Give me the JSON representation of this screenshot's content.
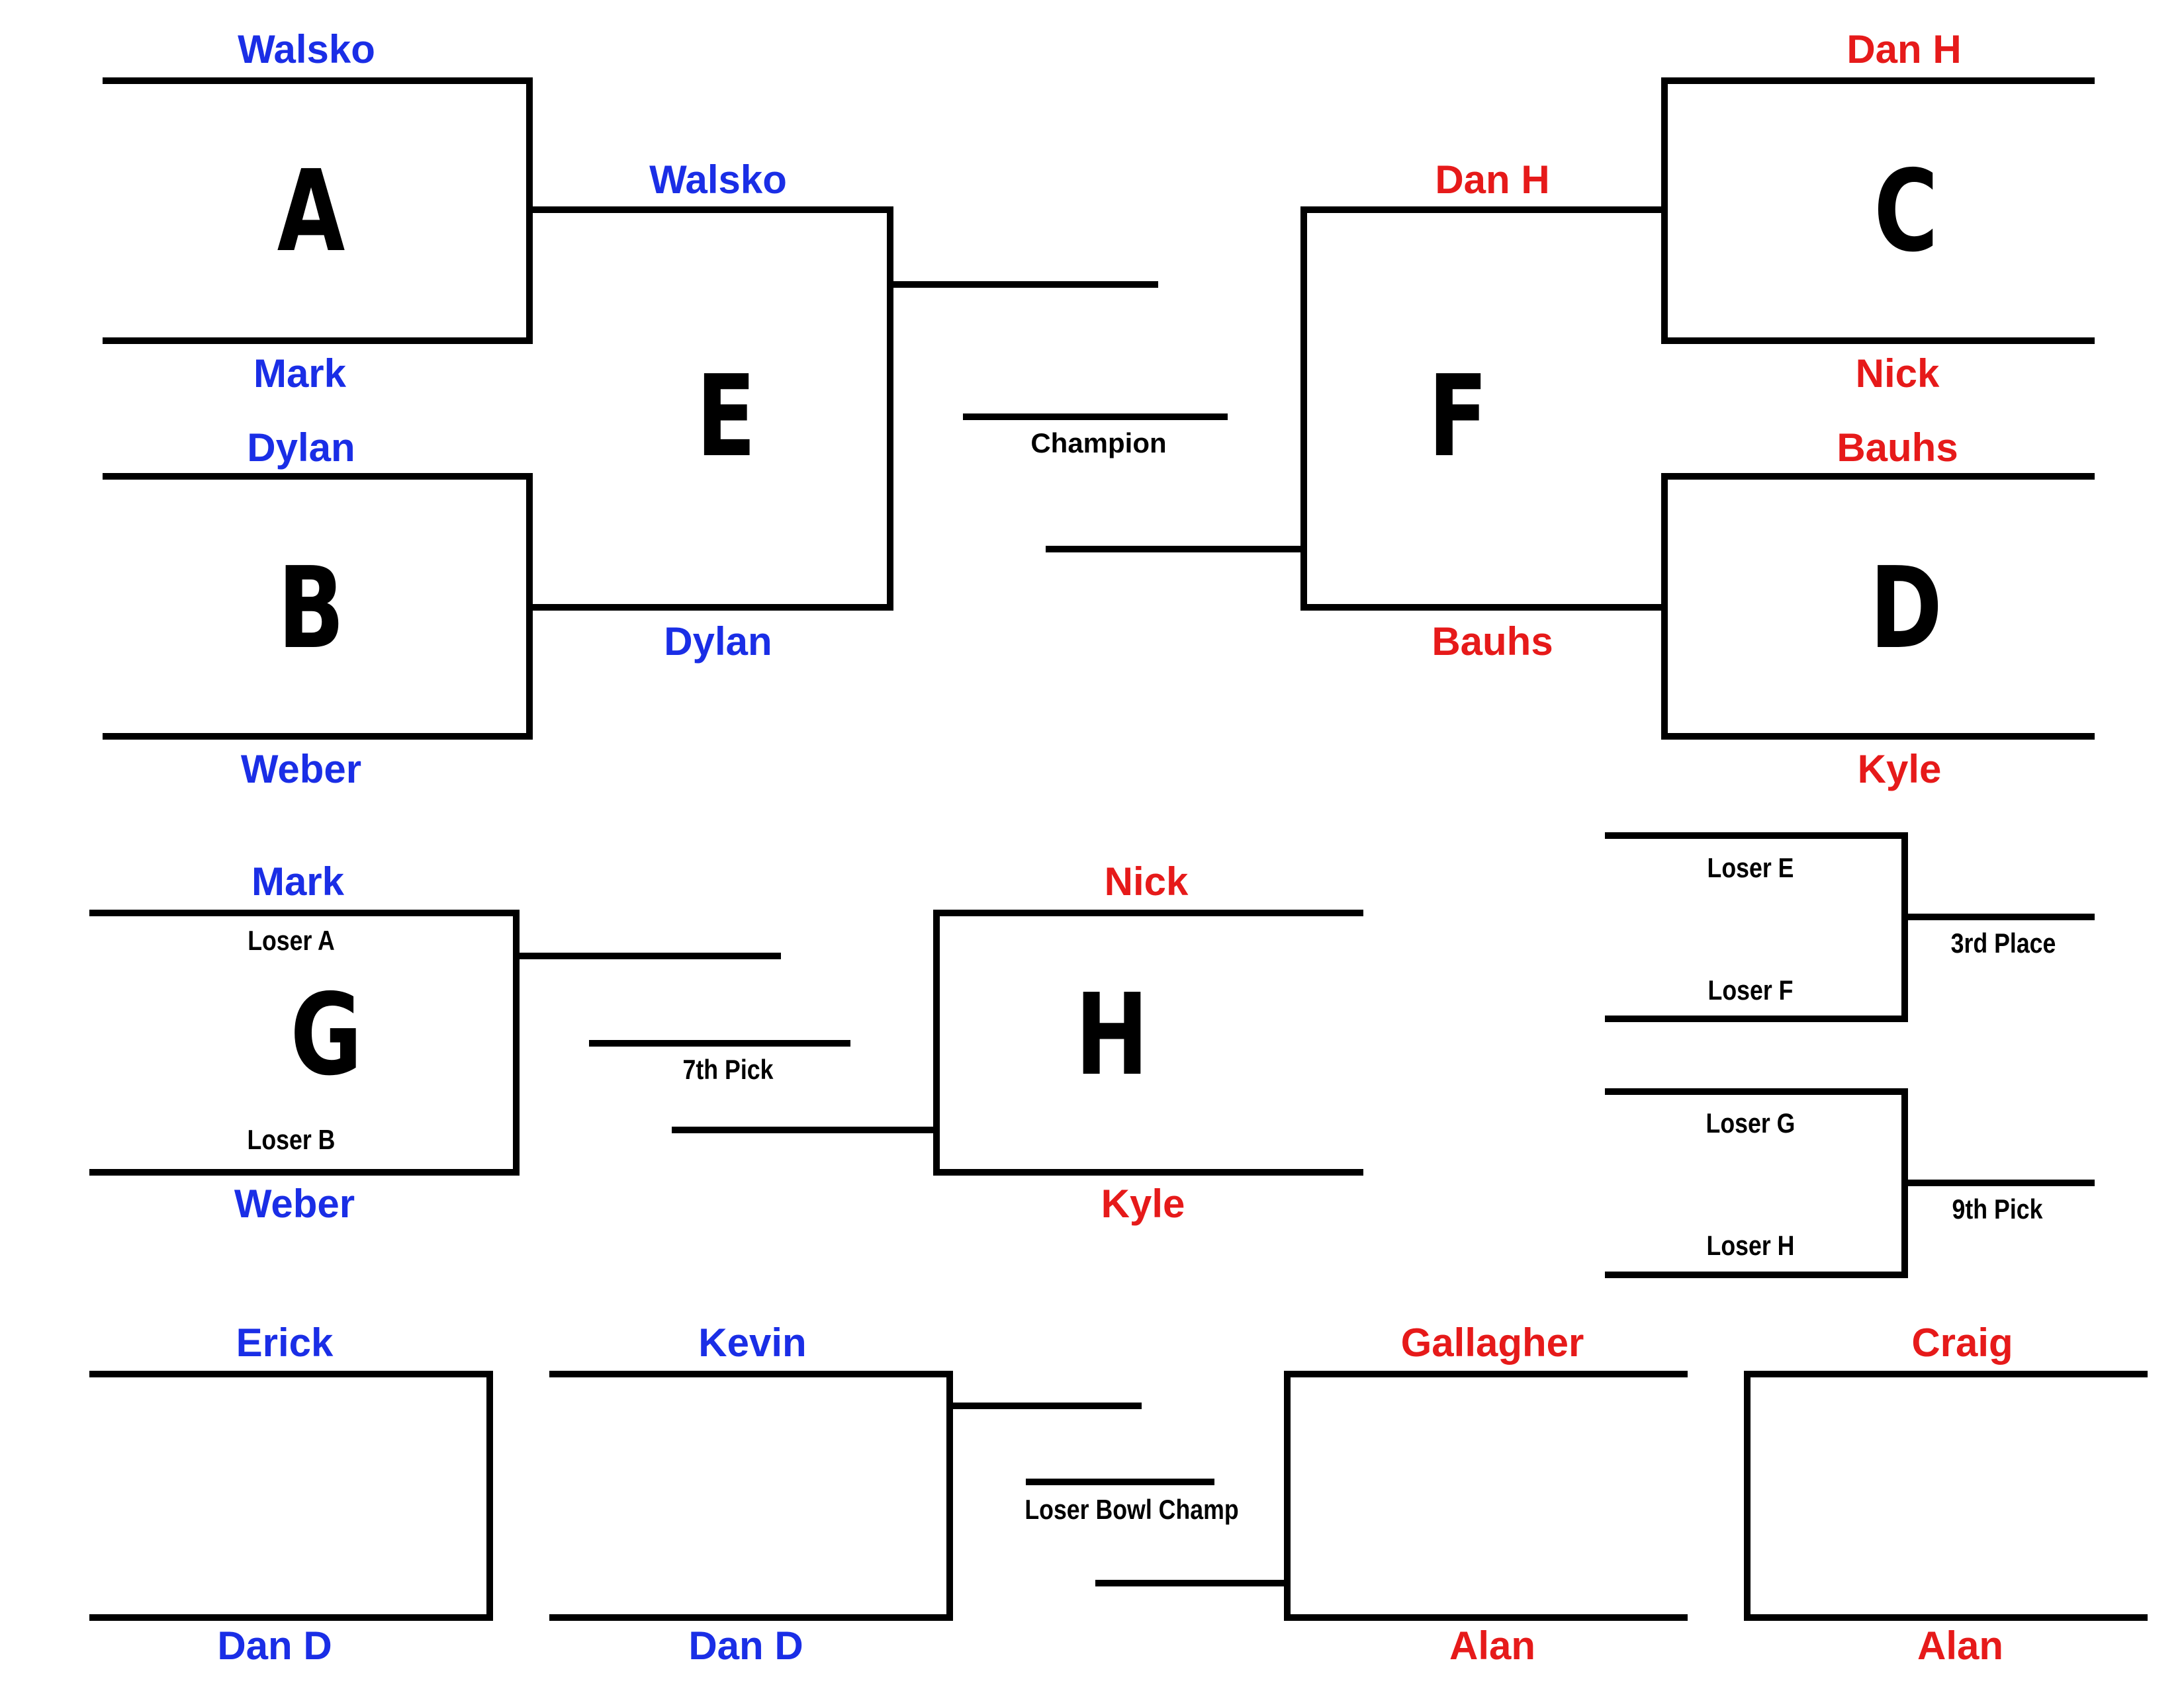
{
  "colors": {
    "blue": "#1a2ee6",
    "red": "#e61a1a",
    "line": "#000000"
  },
  "top_left": {
    "A": {
      "letter": "A",
      "top": "Walsko",
      "bottom": "Mark"
    },
    "B": {
      "letter": "B",
      "top": "Dylan",
      "bottom": "Weber"
    },
    "E": {
      "letter": "E",
      "top": "Walsko",
      "bottom": "Dylan"
    }
  },
  "top_right": {
    "C": {
      "letter": "C",
      "top": "Dan H",
      "bottom": "Nick"
    },
    "D": {
      "letter": "D",
      "top": "Bauhs",
      "bottom": "Kyle"
    },
    "F": {
      "letter": "F",
      "top": "Dan H",
      "bottom": "Bauhs"
    }
  },
  "champion_label": "Champion",
  "middle": {
    "G": {
      "letter": "G",
      "top": "Mark",
      "bottom": "Weber",
      "slot_top": "Loser A",
      "slot_bottom": "Loser B"
    },
    "H": {
      "letter": "H",
      "top": "Nick",
      "bottom": "Kyle"
    },
    "seventh_pick_label": "7th Pick"
  },
  "side_brackets": {
    "third": {
      "top": "Loser E",
      "bottom": "Loser F",
      "label": "3rd Place"
    },
    "ninth": {
      "top": "Loser G",
      "bottom": "Loser H",
      "label": "9th Pick"
    }
  },
  "loser_bowl": {
    "b1": {
      "top": "Erick",
      "bottom": "Dan D"
    },
    "b2": {
      "top": "Kevin",
      "bottom": "Dan D"
    },
    "b3": {
      "top": "Gallagher",
      "bottom": "Alan"
    },
    "b4": {
      "top": "Craig",
      "bottom": "Alan"
    },
    "label": "Loser Bowl Champ"
  }
}
